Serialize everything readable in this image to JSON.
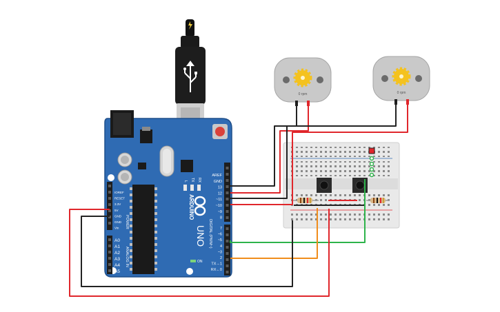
{
  "colors": {
    "board": "#2f6bb3",
    "board_edge": "#1f4f8a",
    "header": "#1e1e1e",
    "wire_red": "#e0262b",
    "wire_black": "#222222",
    "wire_green": "#2db34a",
    "wire_orange": "#f08c1a",
    "breadboard": "#e9e9e9",
    "motor": "#c9c9c9",
    "gear": "#f4c21f"
  },
  "icons": {
    "usb": "usb-icon",
    "arduino_logo": "infinity-logo-icon",
    "lightning": "lightning-icon",
    "gear": "gear-icon"
  },
  "arduino": {
    "brand": "ARDUINO",
    "model": "UNO",
    "digital_label": "DIGITAL (PWM~)",
    "power_label": "POWER",
    "analog_label": "ANALOG IN",
    "on_label": "ON",
    "led_labels": [
      "L",
      "TX",
      "RX"
    ],
    "power_pins": [
      "IOREF",
      "RESET",
      "3.3V",
      "5V",
      "GND",
      "GND",
      "Vin"
    ],
    "analog_pins": [
      "A0",
      "A1",
      "A2",
      "A3",
      "A4",
      "A5"
    ],
    "digital_pins_top": [
      "AREF",
      "GND",
      "13",
      "12",
      "~11",
      "~10",
      "~9",
      "8"
    ],
    "digital_pins_bottom": [
      "7",
      "~6",
      "~5",
      "4",
      "~3",
      "2",
      "TX→1",
      "RX←0"
    ]
  },
  "motors": [
    {
      "rpm_label": "0 rpm"
    },
    {
      "rpm_label": "0 rpm"
    }
  ]
}
